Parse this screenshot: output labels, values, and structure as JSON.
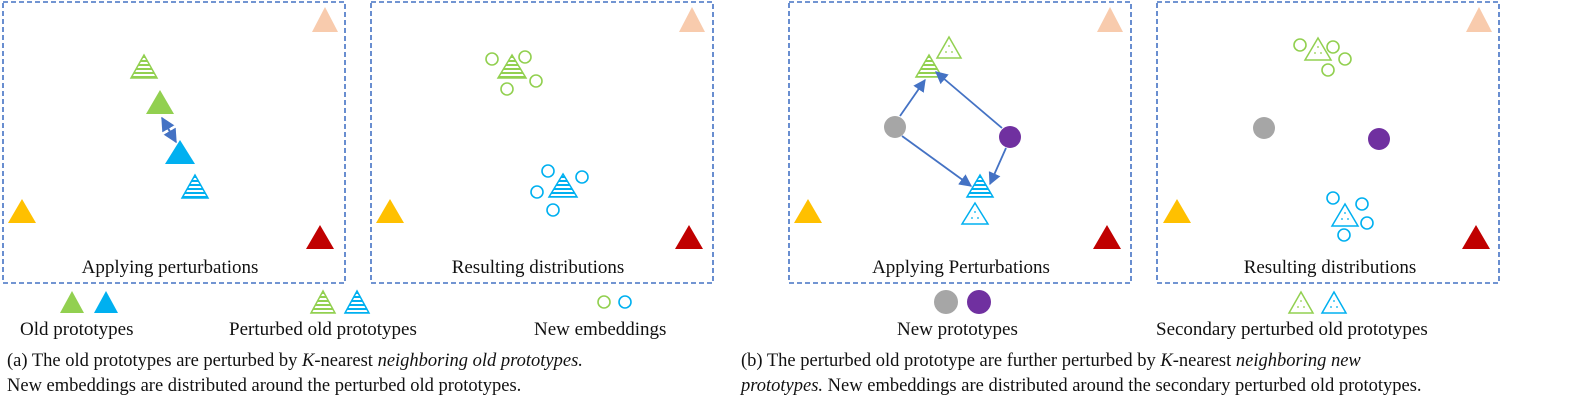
{
  "panel_labels": {
    "a_left": "Applying perturbations",
    "a_right": "Resulting distributions",
    "b_left": "Applying Perturbations",
    "b_right": "Resulting distributions"
  },
  "legend": {
    "old_prototypes": "Old prototypes",
    "perturbed_old_prototypes": "Perturbed old prototypes",
    "new_embeddings": "New embeddings",
    "new_prototypes": "New prototypes",
    "secondary_perturbed": "Secondary perturbed old prototypes"
  },
  "captions": {
    "a": {
      "line1_prefix": "(a) The old prototypes are perturbed by ",
      "line1_k": "K",
      "line1_mid": "-nearest ",
      "line1_italic": "neighboring old prototypes.",
      "line2": "New embeddings are distributed around the perturbed old prototypes."
    },
    "b": {
      "line1_prefix": "(b) The perturbed old prototype are further perturbed by ",
      "line1_k": "K",
      "line1_mid": "-nearest ",
      "line1_italic": "neighboring new",
      "line2_italic": "prototypes.",
      "line2_rest": " New embeddings are distributed around the secondary perturbed old prototypes."
    }
  },
  "colors": {
    "green": "#92d050",
    "blue": "#00b0f0",
    "peach": "#f8cbad",
    "yellow": "#ffc000",
    "red": "#c00000",
    "gray": "#a6a6a6",
    "purple": "#7030a0",
    "border": "#4472c4",
    "arrow": "#4472c4"
  },
  "icons": [
    "solid-triangle",
    "striped-triangle",
    "dotted-triangle",
    "open-circle",
    "solid-circle",
    "double-arrow",
    "arrow"
  ]
}
